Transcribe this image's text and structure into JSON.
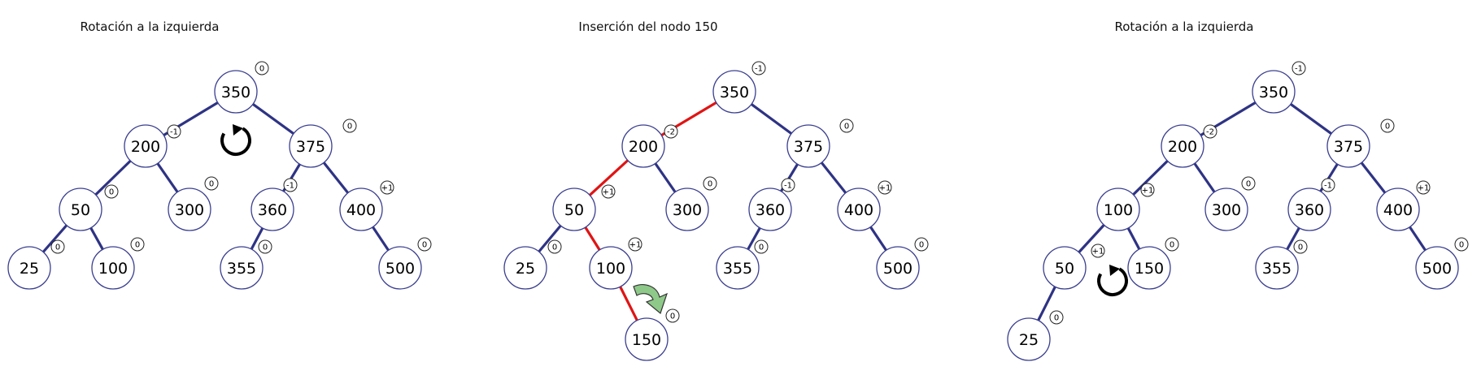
{
  "colors": {
    "edge": "#2e3384",
    "highlight": "#e01414",
    "node_stroke": "#3b3f8f",
    "arrow_fill": "#8ec98a"
  },
  "panels": [
    {
      "title": "Rotación a la izquierda",
      "nodes": [
        {
          "id": "p1-350",
          "label": "350",
          "balance": "0"
        },
        {
          "id": "p1-200",
          "label": "200",
          "balance": "-1"
        },
        {
          "id": "p1-375",
          "label": "375",
          "balance": "0"
        },
        {
          "id": "p1-50",
          "label": "50",
          "balance": "0"
        },
        {
          "id": "p1-300",
          "label": "300",
          "balance": "0"
        },
        {
          "id": "p1-360",
          "label": "360",
          "balance": "-1"
        },
        {
          "id": "p1-400",
          "label": "400",
          "balance": "+1"
        },
        {
          "id": "p1-25",
          "label": "25",
          "balance": "0"
        },
        {
          "id": "p1-100",
          "label": "100",
          "balance": "0"
        },
        {
          "id": "p1-355",
          "label": "355",
          "balance": "0"
        },
        {
          "id": "p1-500",
          "label": "500",
          "balance": "0"
        }
      ],
      "edges": [
        {
          "from": "p1-350",
          "to": "p1-200"
        },
        {
          "from": "p1-350",
          "to": "p1-375"
        },
        {
          "from": "p1-200",
          "to": "p1-50"
        },
        {
          "from": "p1-200",
          "to": "p1-300"
        },
        {
          "from": "p1-50",
          "to": "p1-25"
        },
        {
          "from": "p1-50",
          "to": "p1-100"
        },
        {
          "from": "p1-375",
          "to": "p1-360"
        },
        {
          "from": "p1-375",
          "to": "p1-400"
        },
        {
          "from": "p1-360",
          "to": "p1-355"
        },
        {
          "from": "p1-400",
          "to": "p1-500"
        }
      ],
      "icon": "rotate-counterclockwise-icon"
    },
    {
      "title": "Inserción del nodo 150",
      "nodes": [
        {
          "id": "p2-350",
          "label": "350",
          "balance": "-1"
        },
        {
          "id": "p2-200",
          "label": "200",
          "balance": "-2"
        },
        {
          "id": "p2-375",
          "label": "375",
          "balance": "0"
        },
        {
          "id": "p2-50",
          "label": "50",
          "balance": "+1"
        },
        {
          "id": "p2-300",
          "label": "300",
          "balance": "0"
        },
        {
          "id": "p2-360",
          "label": "360",
          "balance": "-1"
        },
        {
          "id": "p2-400",
          "label": "400",
          "balance": "+1"
        },
        {
          "id": "p2-25",
          "label": "25",
          "balance": "0"
        },
        {
          "id": "p2-100",
          "label": "100",
          "balance": "+1"
        },
        {
          "id": "p2-355",
          "label": "355",
          "balance": "0"
        },
        {
          "id": "p2-500",
          "label": "500",
          "balance": "0"
        },
        {
          "id": "p2-150",
          "label": "150",
          "balance": "0"
        }
      ],
      "edges": [
        {
          "from": "p2-350",
          "to": "p2-200",
          "highlight": true
        },
        {
          "from": "p2-350",
          "to": "p2-375"
        },
        {
          "from": "p2-200",
          "to": "p2-50",
          "highlight": true
        },
        {
          "from": "p2-200",
          "to": "p2-300"
        },
        {
          "from": "p2-50",
          "to": "p2-25"
        },
        {
          "from": "p2-50",
          "to": "p2-100",
          "highlight": true
        },
        {
          "from": "p2-100",
          "to": "p2-150",
          "highlight": true
        },
        {
          "from": "p2-375",
          "to": "p2-360"
        },
        {
          "from": "p2-375",
          "to": "p2-400"
        },
        {
          "from": "p2-360",
          "to": "p2-355"
        },
        {
          "from": "p2-400",
          "to": "p2-500"
        }
      ],
      "icon": "curved-arrow-icon"
    },
    {
      "title": "Rotación a la izquierda",
      "nodes": [
        {
          "id": "p3-350",
          "label": "350",
          "balance": "-1"
        },
        {
          "id": "p3-200",
          "label": "200",
          "balance": "-2"
        },
        {
          "id": "p3-375",
          "label": "375",
          "balance": "0"
        },
        {
          "id": "p3-100",
          "label": "100",
          "balance": "+1"
        },
        {
          "id": "p3-300",
          "label": "300",
          "balance": "0"
        },
        {
          "id": "p3-360",
          "label": "360",
          "balance": "-1"
        },
        {
          "id": "p3-400",
          "label": "400",
          "balance": "+1"
        },
        {
          "id": "p3-50",
          "label": "50",
          "balance": "+1"
        },
        {
          "id": "p3-150",
          "label": "150",
          "balance": "0"
        },
        {
          "id": "p3-355",
          "label": "355",
          "balance": "0"
        },
        {
          "id": "p3-500",
          "label": "500",
          "balance": "0"
        },
        {
          "id": "p3-25",
          "label": "25",
          "balance": "0"
        }
      ],
      "edges": [
        {
          "from": "p3-350",
          "to": "p3-200"
        },
        {
          "from": "p3-350",
          "to": "p3-375"
        },
        {
          "from": "p3-200",
          "to": "p3-100"
        },
        {
          "from": "p3-200",
          "to": "p3-300"
        },
        {
          "from": "p3-100",
          "to": "p3-50"
        },
        {
          "from": "p3-100",
          "to": "p3-150"
        },
        {
          "from": "p3-50",
          "to": "p3-25"
        },
        {
          "from": "p3-375",
          "to": "p3-360"
        },
        {
          "from": "p3-375",
          "to": "p3-400"
        },
        {
          "from": "p3-360",
          "to": "p3-355"
        },
        {
          "from": "p3-400",
          "to": "p3-500"
        }
      ],
      "icon": "rotate-counterclockwise-icon"
    }
  ]
}
